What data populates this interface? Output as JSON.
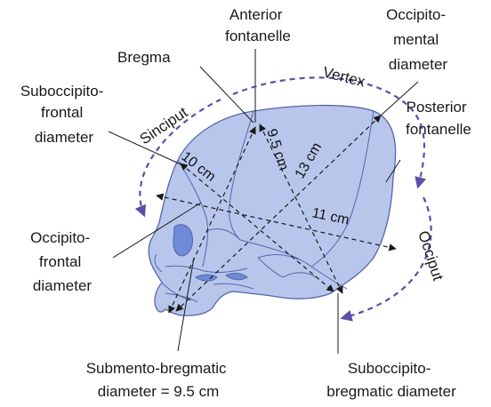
{
  "labels": {
    "anterior_fontanelle": [
      "Anterior",
      "fontanelle"
    ],
    "bregma": "Bregma",
    "occipitomental_diameter": [
      "Occipito-",
      "mental",
      "diameter"
    ],
    "posterior_fontanelle": [
      "Posterior",
      "fontanelle"
    ],
    "suboccipitofrontal_diameter": [
      "Suboccipito-",
      "frontal",
      "diameter"
    ],
    "occipitofrontal_diameter": [
      "Occipito-",
      "frontal",
      "diameter"
    ],
    "submentobregmatic_diameter": [
      "Submento-bregmatic",
      "diameter = 9.5 cm"
    ],
    "suboccipitobregmatic_diameter": [
      "Suboccipito-",
      "bregmatic diameter"
    ]
  },
  "regions": {
    "sinciput": "Sinciput",
    "vertex": "Vertex",
    "occiput": "Occiput"
  },
  "measurements": {
    "suboccipitofrontal": "10 cm",
    "submentobregmatic": "9.5 cm",
    "occipitomental": "13 cm",
    "occipitofrontal": "11 cm"
  },
  "colors": {
    "skull_fill": "#b9c6ec",
    "skull_stroke": "#5566aa",
    "orbit_fill": "#6f8ad6",
    "arrow_purple": "#5a4fa8",
    "line": "#1a1a1a"
  }
}
